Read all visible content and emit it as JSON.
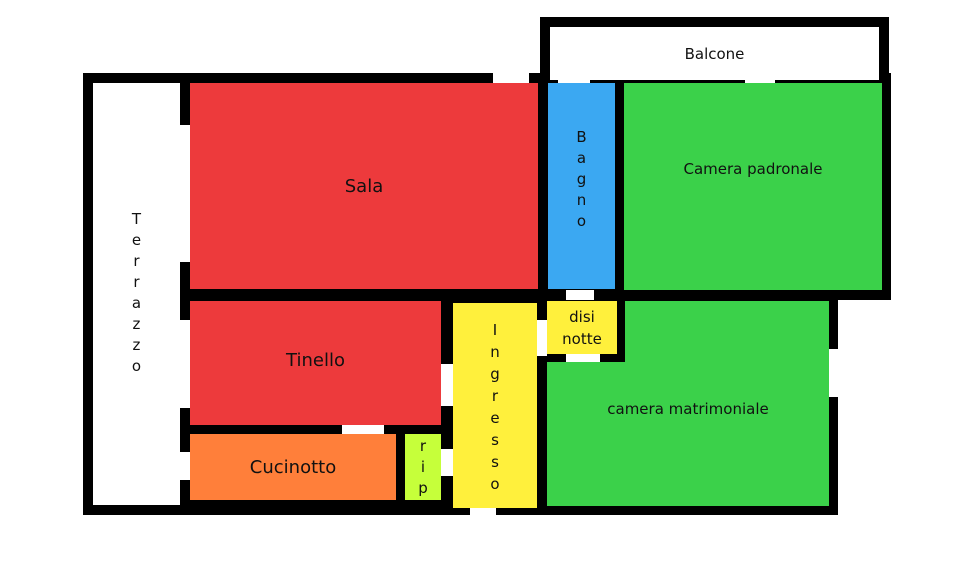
{
  "rooms": {
    "balcone": {
      "label": "Balcone",
      "color": "#ffffff"
    },
    "terrazzo": {
      "label": "Terrazzo",
      "color": "#ffffff"
    },
    "sala": {
      "label": "Sala",
      "color": "#ed3a3c"
    },
    "bagno": {
      "label": "Bagno",
      "color": "#3ba8f2"
    },
    "camera_padronale": {
      "label": "Camera padronale",
      "color": "#3bd14a"
    },
    "tinello": {
      "label": "Tinello",
      "color": "#ed3a3c"
    },
    "ingresso": {
      "label": "Ingresso",
      "color": "#fff03c"
    },
    "disi_notte": {
      "label": "disi\nnotte",
      "color": "#fff03c"
    },
    "camera_matrimoniale": {
      "label": "camera matrimoniale",
      "color": "#3bd14a"
    },
    "cucinotto": {
      "label": "Cucinotto",
      "color": "#ff7f3a"
    },
    "rip": {
      "label": "rip",
      "color": "#c6ff3a"
    }
  },
  "colors": {
    "wall": "#000000"
  }
}
